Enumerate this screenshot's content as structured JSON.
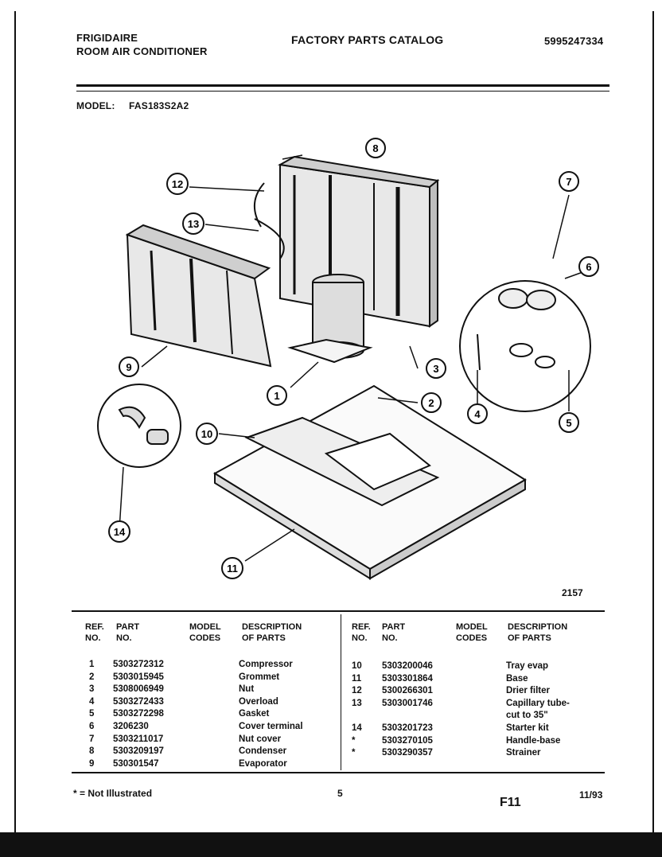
{
  "header": {
    "brand": "FRIGIDAIRE",
    "product": "ROOM AIR CONDITIONER",
    "catalog_title": "FACTORY PARTS CATALOG",
    "catalog_number": "5995247334",
    "model_label": "MODEL:",
    "model_value": "FAS183S2A2"
  },
  "diagram": {
    "figure_number": "2157",
    "callouts": [
      "1",
      "2",
      "3",
      "4",
      "5",
      "6",
      "7",
      "8",
      "9",
      "10",
      "11",
      "12",
      "13",
      "14"
    ]
  },
  "table": {
    "headers": {
      "ref": [
        "REF.",
        "NO."
      ],
      "part": [
        "PART",
        "NO."
      ],
      "model": [
        "MODEL",
        "CODES"
      ],
      "desc": [
        "DESCRIPTION",
        "OF PARTS"
      ]
    },
    "left_rows": [
      {
        "ref": "1",
        "part": "5303272312",
        "desc": "Compressor"
      },
      {
        "ref": "2",
        "part": "5303015945",
        "desc": "Grommet"
      },
      {
        "ref": "3",
        "part": "5308006949",
        "desc": "Nut"
      },
      {
        "ref": "4",
        "part": "5303272433",
        "desc": "Overload"
      },
      {
        "ref": "5",
        "part": "5303272298",
        "desc": "Gasket"
      },
      {
        "ref": "6",
        "part": "3206230",
        "desc": "Cover terminal"
      },
      {
        "ref": "7",
        "part": "5303211017",
        "desc": "Nut cover"
      },
      {
        "ref": "8",
        "part": "5303209197",
        "desc": "Condenser"
      },
      {
        "ref": "9",
        "part": "530301547",
        "desc": "Evaporator"
      }
    ],
    "right_rows": [
      {
        "ref": "10",
        "part": "5303200046",
        "desc": "Tray evap"
      },
      {
        "ref": "11",
        "part": "5303301864",
        "desc": "Base"
      },
      {
        "ref": "12",
        "part": "5300266301",
        "desc": "Drier filter"
      },
      {
        "ref": "13",
        "part": "5303001746",
        "desc": "Capillary tube-"
      },
      {
        "ref": "",
        "part": "",
        "desc": "cut to 35\""
      },
      {
        "ref": "14",
        "part": "5303201723",
        "desc": "Starter kit"
      },
      {
        "ref": "*",
        "part": "5303270105",
        "desc": "Handle-base"
      },
      {
        "ref": "*",
        "part": "5303290357",
        "desc": "Strainer"
      }
    ]
  },
  "footer": {
    "note": "* = Not Illustrated",
    "page": "5",
    "code": "F11",
    "date": "11/93"
  }
}
